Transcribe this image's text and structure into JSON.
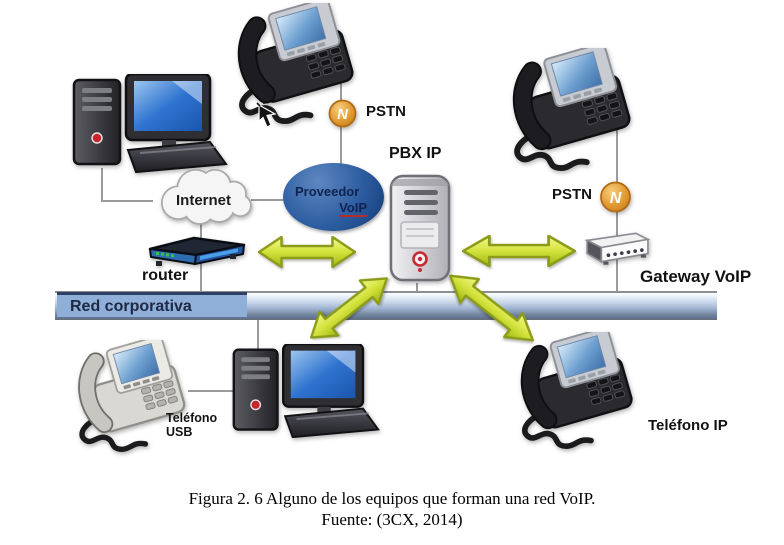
{
  "diagram": {
    "internet_label": "Internet",
    "provider_label_line1": "Proveedor",
    "provider_label_line2": "VoIP",
    "pstn_top_label": "PSTN",
    "pstn_right_label": "PSTN",
    "pstn_glyph": "N",
    "pbx_label": "PBX IP",
    "router_label": "router",
    "gateway_label": "Gateway VoIP",
    "corporate_network_label": "Red corporativa",
    "usb_phone_label_line1": "Teléfono",
    "usb_phone_label_line2": "USB",
    "ip_phone_label": "Teléfono IP"
  },
  "colors": {
    "arrow_yellow": "#d3e23c",
    "pstn_orange": "#e19a33",
    "provider_blue": "#2c5ca0",
    "band_blue": "#8fafd9"
  },
  "figure": {
    "caption_line1": "Figura 2. 6 Alguno de los equipos que forman una red VoIP.",
    "caption_line2": "Fuente: (3CX, 2014)"
  }
}
